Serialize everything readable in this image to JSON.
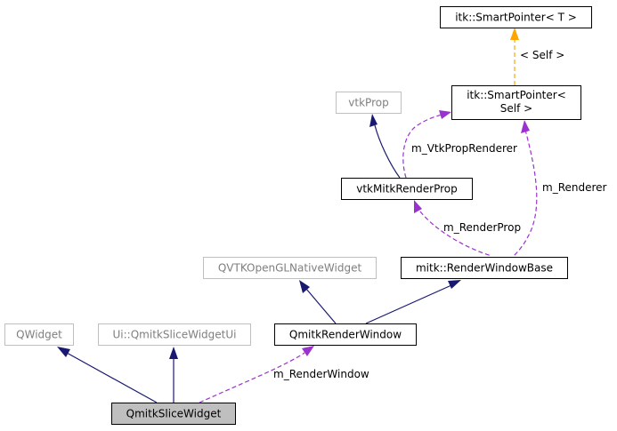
{
  "nodes": {
    "smartpointer_t": "itk::SmartPointer< T >",
    "vtkprop": "vtkProp",
    "smartpointer_self_line1": "itk::SmartPointer<",
    "smartpointer_self_line2": "Self >",
    "vtkmitkrenderprop": "vtkMitkRenderProp",
    "qvtkopenglnativewidget": "QVTKOpenGLNativeWidget",
    "renderwindowbase": "mitk::RenderWindowBase",
    "qwidget": "QWidget",
    "slicewidgetui": "Ui::QmitkSliceWidgetUi",
    "qmitkrenderwindow": "QmitkRenderWindow",
    "qmitkslicewidget": "QmitkSliceWidget"
  },
  "edge_labels": {
    "self": "< Self >",
    "vtkproprenderer": "m_VtkPropRenderer",
    "renderer": "m_Renderer",
    "renderprop": "m_RenderProp",
    "renderwindow": "m_RenderWindow"
  },
  "colors": {
    "inheritance": "#191970",
    "usage": "#9a32cd",
    "template": "#ffa500",
    "focus_fill": "#bfbfbf",
    "external_border": "#bfbfbf"
  }
}
